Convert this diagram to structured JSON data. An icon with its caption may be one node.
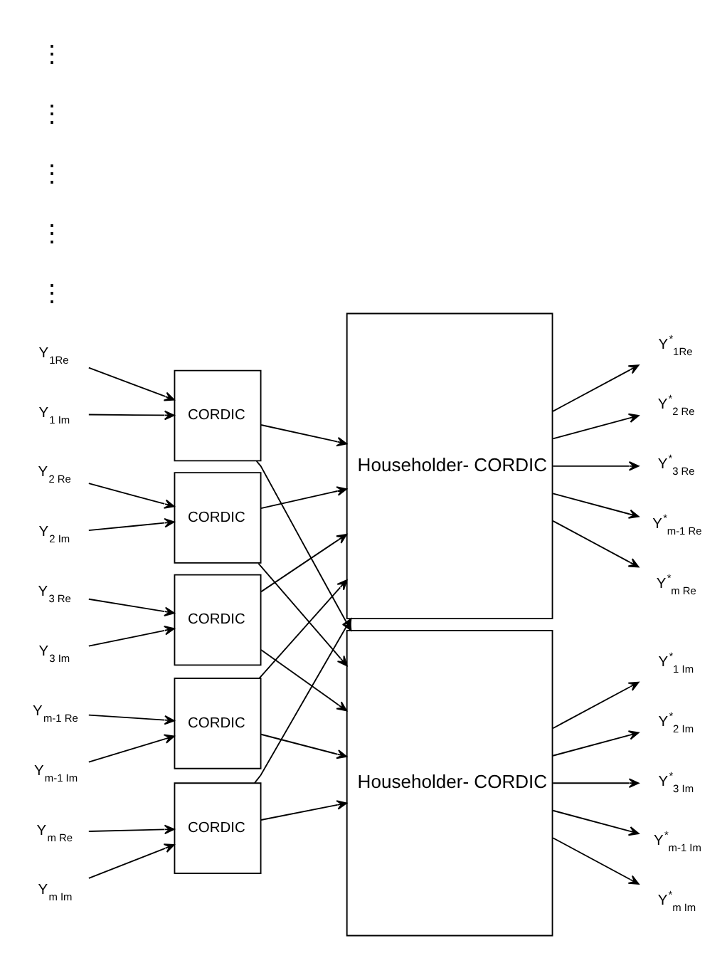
{
  "diagram": {
    "nodes": [
      {
        "text": [
          "Y$_{1Re}$"
        ]
      },
      {
        "text": [
          "Y$_{1 Im}$"
        ]
      },
      {
        "text": [
          "CORDIC"
        ]
      },
      {
        "text": [
          "Y$_{2 Re}$"
        ]
      },
      {
        "text": [
          "Y$_{2 Im}$"
        ]
      },
      {
        "text": [
          "CORDIC"
        ]
      },
      {
        "text": [
          "Y$_{3 Re}$"
        ]
      },
      {
        "text": [
          "Y$_{3 Im}$"
        ]
      },
      {
        "text": [
          "CORDIC"
        ]
      },
      {
        "text": [
          "Y$_{m-1 Re}$"
        ]
      },
      {
        "text": [
          "Y$_{m-1 Im}$"
        ]
      },
      {
        "text": [
          "CORDIC"
        ]
      },
      {
        "text": [
          "Y$_{m Re}$"
        ]
      },
      {
        "text": [
          "Y$_{m Im}$"
        ]
      },
      {
        "text": [
          "CORDIC"
        ]
      },
      {
        "text": [
          "Householder- CORDIC"
        ]
      },
      {
        "text": [
          "Householder- CORDIC"
        ]
      },
      {
        "text": [
          "Y$^{*}$$_{1Re}$"
        ]
      },
      {
        "text": [
          "Y$^{*}$$_{2 Re}$"
        ]
      },
      {
        "text": [
          "Y$^{*}$$_{3 Re}$"
        ]
      },
      {
        "text": [
          "Y$^{*}$$_{m-1 Re}$"
        ]
      },
      {
        "text": [
          "Y$^{*}$$_{m Re}$"
        ]
      },
      {
        "text": [
          "Y$^{*}$$_{1 Im}$"
        ]
      },
      {
        "text": [
          "Y$^{*}$$_{2 Im}$"
        ]
      },
      {
        "text": [
          "Y$^{*}$$_{3 Im}$"
        ]
      },
      {
        "text": [
          "Y$^{*}$$_{m-1 Im}$"
        ]
      },
      {
        "text": [
          "Y$^{*}$$_{m Im}$"
        ]
      }
    ],
    "edges": [
      {
        "from": 0,
        "to": 2,
        "arrow": "to"
      },
      {
        "from": 1,
        "to": 2,
        "arrow": "to"
      },
      {
        "from": 3,
        "to": 5,
        "arrow": "to"
      },
      {
        "from": 4,
        "to": 5,
        "arrow": "to"
      },
      {
        "from": 6,
        "to": 8,
        "arrow": "to"
      },
      {
        "from": 7,
        "to": 8,
        "arrow": "to"
      },
      {
        "from": 9,
        "to": 11,
        "arrow": "to"
      },
      {
        "from": 10,
        "to": 11,
        "arrow": "to"
      },
      {
        "from": 12,
        "to": 14,
        "arrow": "to"
      },
      {
        "from": 13,
        "to": 14,
        "arrow": "to"
      },
      {
        "from": 2,
        "to": 15,
        "arrow": "to"
      },
      {
        "from": 2,
        "to": 16,
        "arrow": "to"
      },
      {
        "from": 5,
        "to": 15,
        "arrow": "to"
      },
      {
        "from": 5,
        "to": 16,
        "arrow": "to"
      },
      {
        "from": 8,
        "to": 15,
        "arrow": "to"
      },
      {
        "from": 8,
        "to": 16,
        "arrow": "to"
      },
      {
        "from": 11,
        "to": 15,
        "arrow": "to"
      },
      {
        "from": 11,
        "to": 16,
        "arrow": "to"
      },
      {
        "from": 14,
        "to": 15,
        "arrow": "to"
      },
      {
        "from": 14,
        "to": 16,
        "arrow": "to"
      },
      {
        "from": 15,
        "to": 17,
        "arrow": "to"
      },
      {
        "from": 15,
        "to": 18,
        "arrow": "to"
      },
      {
        "from": 15,
        "to": 19,
        "arrow": "to"
      },
      {
        "from": 15,
        "to": 20,
        "arrow": "to"
      },
      {
        "from": 15,
        "to": 21,
        "arrow": "to"
      },
      {
        "from": 16,
        "to": 22,
        "arrow": "to"
      },
      {
        "from": 16,
        "to": 23,
        "arrow": "to"
      },
      {
        "from": 16,
        "to": 24,
        "arrow": "to"
      },
      {
        "from": 16,
        "to": 25,
        "arrow": "to"
      },
      {
        "from": 16,
        "to": 26,
        "arrow": "to"
      }
    ],
    "labels": [
      "⋮",
      "⋮",
      "⋮",
      "⋮",
      "⋮"
    ]
  }
}
